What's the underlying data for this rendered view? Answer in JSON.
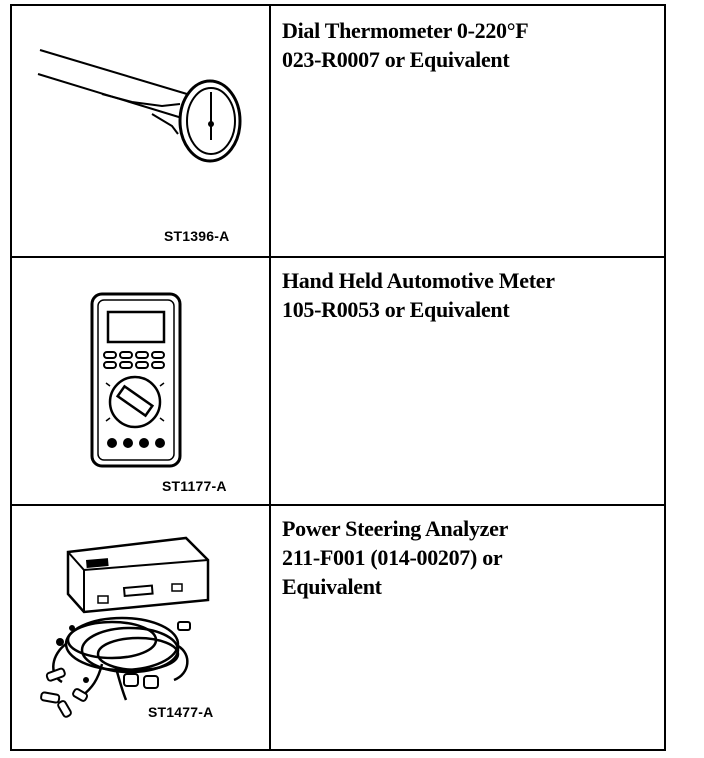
{
  "tools": [
    {
      "figure_code": "ST1396-A",
      "lines": [
        "Dial Thermometer 0-220°F",
        "023-R0007 or Equivalent"
      ]
    },
    {
      "figure_code": "ST1177-A",
      "lines": [
        "Hand Held Automotive Meter",
        "105-R0053 or Equivalent"
      ]
    },
    {
      "figure_code": "ST1477-A",
      "lines": [
        "Power Steering Analyzer",
        "211-F001 (014-00207) or",
        "Equivalent"
      ]
    }
  ]
}
